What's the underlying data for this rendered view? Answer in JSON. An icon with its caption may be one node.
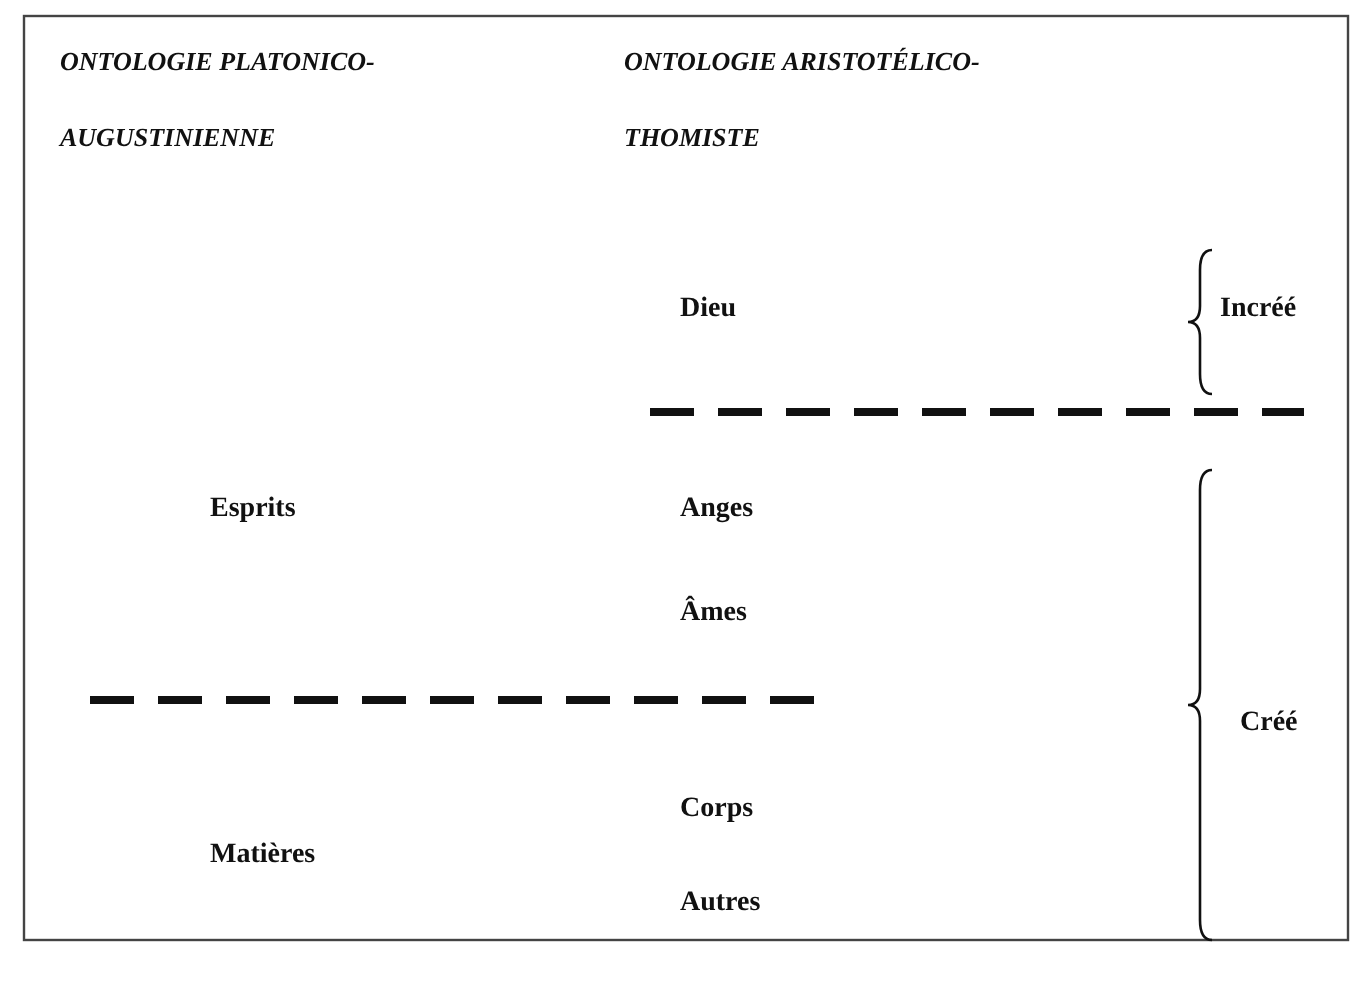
{
  "diagram": {
    "labels": [
      "ONTOLOGIE PLATONICO-AUGUSTINIENNE",
      "ONTOLOGIE ARISTOTÉLICO-THOMISTE",
      "Dieu",
      "Incréé",
      "Esprits",
      "Anges",
      "Âmes",
      "Créé",
      "Corps",
      "Matières",
      "Autres"
    ]
  }
}
